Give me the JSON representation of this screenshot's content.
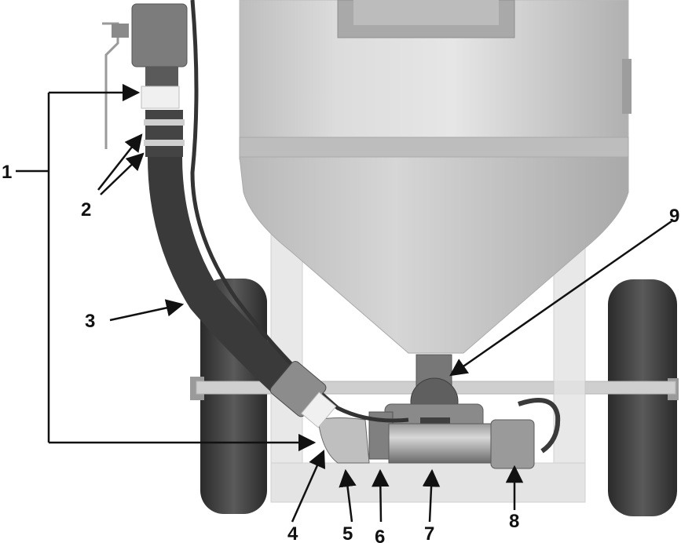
{
  "callouts": [
    {
      "id": "1",
      "text": "1"
    },
    {
      "id": "2",
      "text": "2"
    },
    {
      "id": "3",
      "text": "3"
    },
    {
      "id": "4",
      "text": "4"
    },
    {
      "id": "5",
      "text": "5"
    },
    {
      "id": "6",
      "text": "6"
    },
    {
      "id": "7",
      "text": "7"
    },
    {
      "id": "8",
      "text": "8"
    },
    {
      "id": "9",
      "text": "9"
    }
  ],
  "colors": {
    "background": "#ffffff",
    "hose": "#3a3a3a",
    "tank": "#cfcfcf",
    "frame": "#e2e2e2",
    "valve": "#6e6e6e",
    "callout_line": "#111111"
  }
}
